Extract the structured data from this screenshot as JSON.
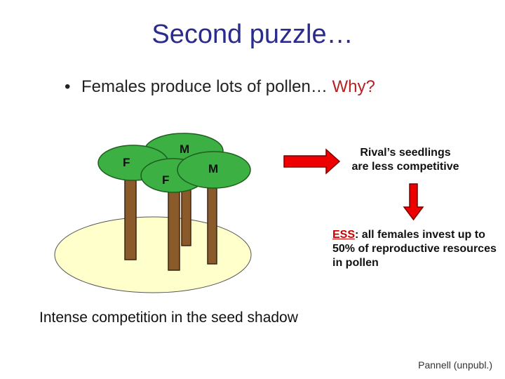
{
  "slide": {
    "title": "Second puzzle…",
    "bullet": {
      "marker": "•",
      "text": "Females produce lots of pollen… ",
      "emphasis": "Why?"
    },
    "plants": [
      {
        "label": "F"
      },
      {
        "label": "M"
      },
      {
        "label": "F"
      },
      {
        "label": "M"
      }
    ],
    "rival_text": {
      "line1": "Rival’s seedlings",
      "line2": "are less competitive"
    },
    "ess": {
      "term": "ESS",
      "text": ": all females invest up to 50% of reproductive resources in pollen"
    },
    "shadow_caption": "Intense competition in the seed shadow",
    "credit": "Pannell (unpubl.)"
  },
  "colors": {
    "title": "#2b2b8c",
    "emphasis": "#b22222",
    "canopy_fill": "#3cb043",
    "canopy_stroke": "#1e5e1e",
    "trunk_fill": "#8b5a2b",
    "trunk_stroke": "#3a2412",
    "shadow_fill": "#ffffcc",
    "arrow_fill": "#ee0000",
    "arrow_stroke": "#7a0000"
  },
  "icons": {
    "right_arrow": "right-arrow-icon",
    "down_arrow": "down-arrow-icon"
  }
}
